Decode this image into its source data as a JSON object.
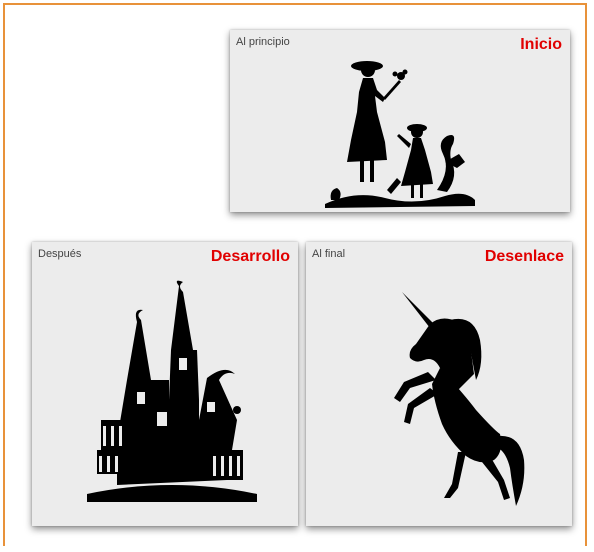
{
  "cards": {
    "inicio": {
      "caption": "Al principio",
      "title": "Inicio"
    },
    "desarrollo": {
      "caption": "Después",
      "title": "Desarrollo"
    },
    "desenlace": {
      "caption": "Al final",
      "title": "Desenlace"
    }
  },
  "colors": {
    "frame_border": "#e8923a",
    "title_red": "#e10000",
    "card_bg": "#ececec"
  },
  "icons": [
    "mother-child-silhouette-icon",
    "haunted-house-silhouette-icon",
    "unicorn-silhouette-icon"
  ]
}
